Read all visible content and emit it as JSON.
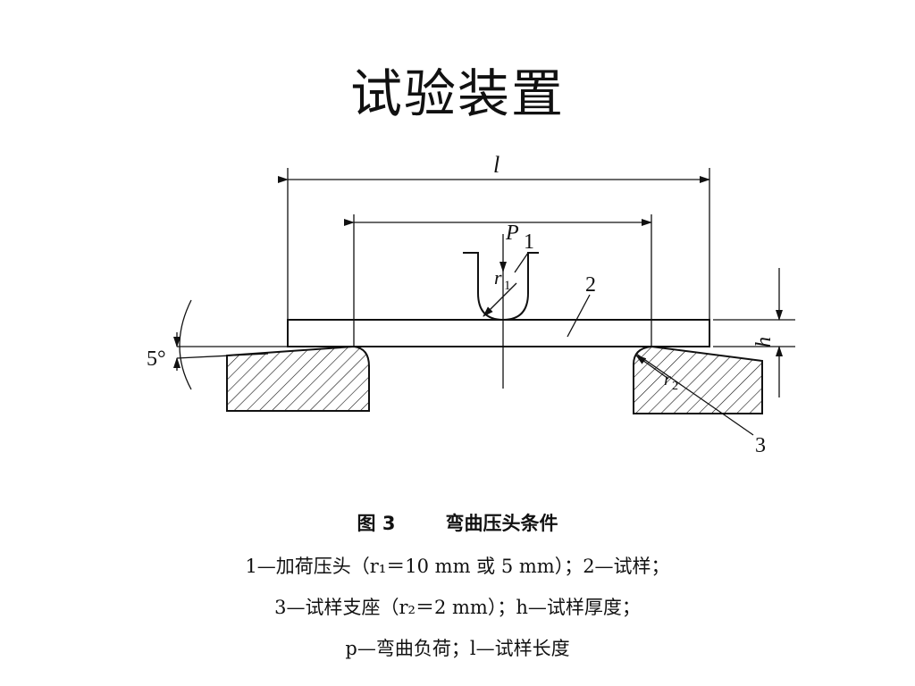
{
  "title": "试验装置",
  "figure": {
    "labels": {
      "length": "l",
      "load": "P",
      "radius1": "r",
      "radius1_sub": "1",
      "radius2": "r",
      "radius2_sub": "2",
      "thickness": "h",
      "angle": "5°",
      "part1": "1",
      "part2": "2",
      "part3": "3"
    }
  },
  "caption": {
    "number": "图 3",
    "heading": "弯曲压头条件",
    "line1": "1—加荷压头（r₁＝10 mm 或 5 mm）；2—试样；",
    "line2": "3—试样支座（r₂＝2 mm）；h—试样厚度；",
    "line3": "p—弯曲负荷；l—试样长度"
  }
}
